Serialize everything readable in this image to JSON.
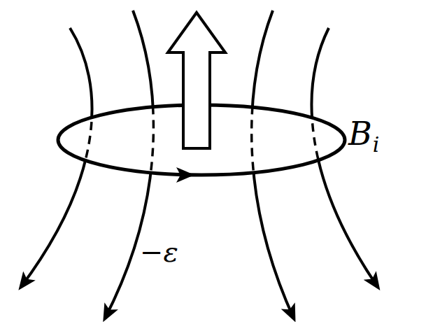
{
  "diagram": {
    "labels": [
      "B",
      "i",
      "−ε"
    ]
  }
}
